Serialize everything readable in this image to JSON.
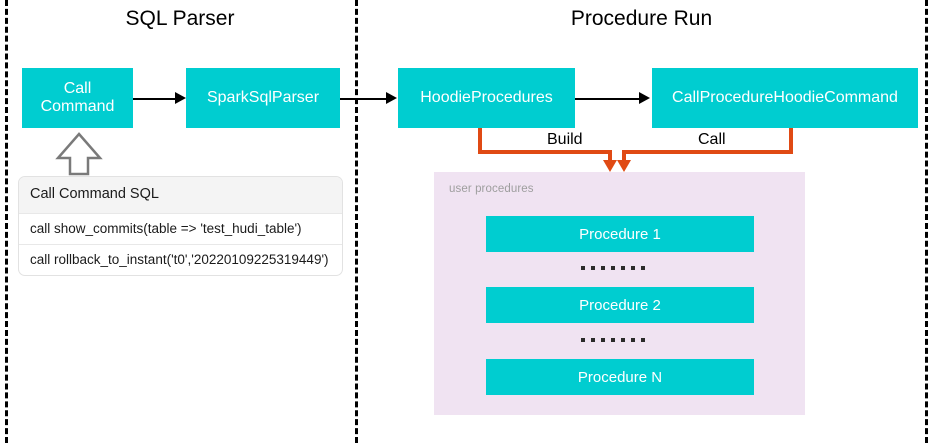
{
  "diagram": {
    "sections": [
      {
        "title": "SQL Parser"
      },
      {
        "title": "Procedure Run"
      }
    ],
    "nodes": {
      "call_command": "Call\nCommand",
      "call_command_line1": "Call",
      "call_command_line2": "Command",
      "spark_sql_parser": "SparkSqlParser",
      "hoodie_procedures": "HoodieProcedures",
      "call_procedure_hoodie_command": "CallProcedureHoodieCommand"
    },
    "connector_labels": {
      "build": "Build",
      "call": "Call"
    },
    "sql_table": {
      "header": "Call Command SQL",
      "rows": [
        "call show_commits(table => 'test_hudi_table')",
        "call rollback_to_instant('t0','20220109225319449')"
      ]
    },
    "procedures_panel": {
      "label": "user procedures",
      "items": [
        "Procedure 1",
        "Procedure 2",
        "Procedure N"
      ],
      "ellipsis_dots": 7
    },
    "colors": {
      "node_fill": "#00CDD0",
      "node_text": "#FFFFFF",
      "panel_fill": "#F0E3F2",
      "connector": "#E04A14",
      "arrow": "#000000",
      "divider": "#000000",
      "table_header_fill": "#F4F4F4"
    }
  }
}
